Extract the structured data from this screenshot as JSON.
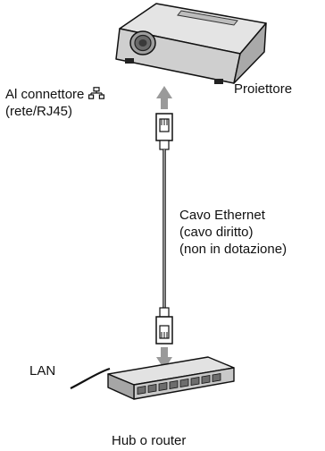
{
  "labels": {
    "projector": "Proiettore",
    "connector_line1": "Al connettore",
    "connector_line2": "(rete/RJ45)",
    "cable_line1": "Cavo Ethernet",
    "cable_line2": "(cavo diritto)",
    "cable_line3": "(non in dotazione)",
    "lan": "LAN",
    "hub": "Hub o router"
  },
  "icons": {
    "network_port": "network-port-icon",
    "up_arrow": "arrow-up-icon",
    "down_arrow": "arrow-down-icon"
  },
  "colors": {
    "line": "#111111",
    "device_fill": "#d2d2d2",
    "device_top": "#e3e3e3",
    "device_shade": "#a8a8a8",
    "arrow": "#9a9a9a"
  }
}
